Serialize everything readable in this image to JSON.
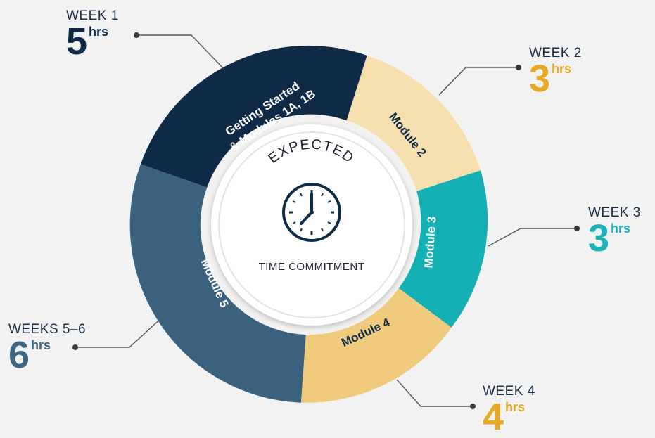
{
  "center": {
    "top_text": "EXPECTED",
    "bottom_text": "TIME COMMITMENT",
    "icon": "clock-icon"
  },
  "segments": [
    {
      "line1": "Getting Started",
      "line2": "& Modules 1A, 1B",
      "color": "#0f2a47",
      "text_color": "#ffffff"
    },
    {
      "line1": "Module 2",
      "line2": "",
      "color": "#f6dfae",
      "text_color": "#0f2a47"
    },
    {
      "line1": "Module 3",
      "line2": "",
      "color": "#15b0b3",
      "text_color": "#ffffff"
    },
    {
      "line1": "Module 4",
      "line2": "",
      "color": "#f0cb7e",
      "text_color": "#0f2a47"
    },
    {
      "line1": "Module 5",
      "line2": "",
      "color": "#3a627e",
      "text_color": "#ffffff"
    }
  ],
  "callouts": {
    "week1": {
      "label": "WEEK 1",
      "value": "5",
      "unit": "hrs",
      "color": "#0f2a47"
    },
    "week2": {
      "label": "WEEK 2",
      "value": "3",
      "unit": "hrs",
      "color": "#e7a823"
    },
    "week3": {
      "label": "WEEK 3",
      "value": "3",
      "unit": "hrs",
      "color": "#1bb3b5"
    },
    "week4": {
      "label": "WEEK 4",
      "value": "4",
      "unit": "hrs",
      "color": "#e7a823"
    },
    "weeks56": {
      "label": "WEEKS 5–6",
      "value": "6",
      "unit": "hrs",
      "color": "#3d6683"
    }
  }
}
